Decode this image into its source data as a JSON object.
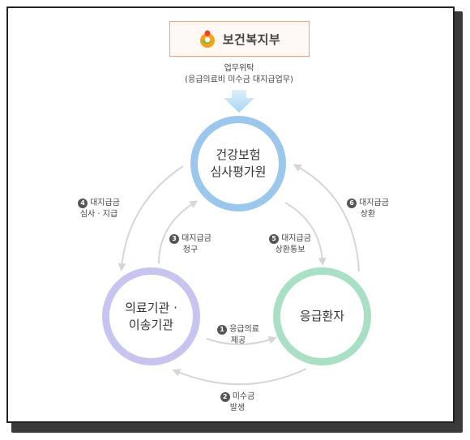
{
  "header": {
    "org_name": "보건복지부"
  },
  "delegation": {
    "line1": "업무위탁",
    "line2": "(응급의료비 미수금 대지급업무)"
  },
  "nodes": {
    "hira": {
      "line1": "건강보험",
      "line2": "심사평가원"
    },
    "medical": {
      "line1": "의료기관 ·",
      "line2": "이송기관"
    },
    "patient": {
      "line1": "응급환자"
    }
  },
  "steps": [
    {
      "num": "1",
      "line1": "응급의료",
      "line2": "제공"
    },
    {
      "num": "2",
      "line1": "미수금",
      "line2": "발생"
    },
    {
      "num": "3",
      "line1": "대지급금",
      "line2": "청구"
    },
    {
      "num": "4",
      "line1": "대지급금",
      "line2": "심사 · 지급"
    },
    {
      "num": "5",
      "line1": "대지급금",
      "line2": "상환통보"
    },
    {
      "num": "6",
      "line1": "대지급금",
      "line2": "상환"
    }
  ],
  "colors": {
    "hira_ring": "#9cc7ec",
    "medical_ring": "#c7c4ef",
    "patient_ring": "#a9e0c5",
    "arrow": "#d6d6d6",
    "header_border": "#e7a97e"
  },
  "icons": {
    "logo": "mohw-logo",
    "down_arrow": "down-arrow-icon"
  }
}
